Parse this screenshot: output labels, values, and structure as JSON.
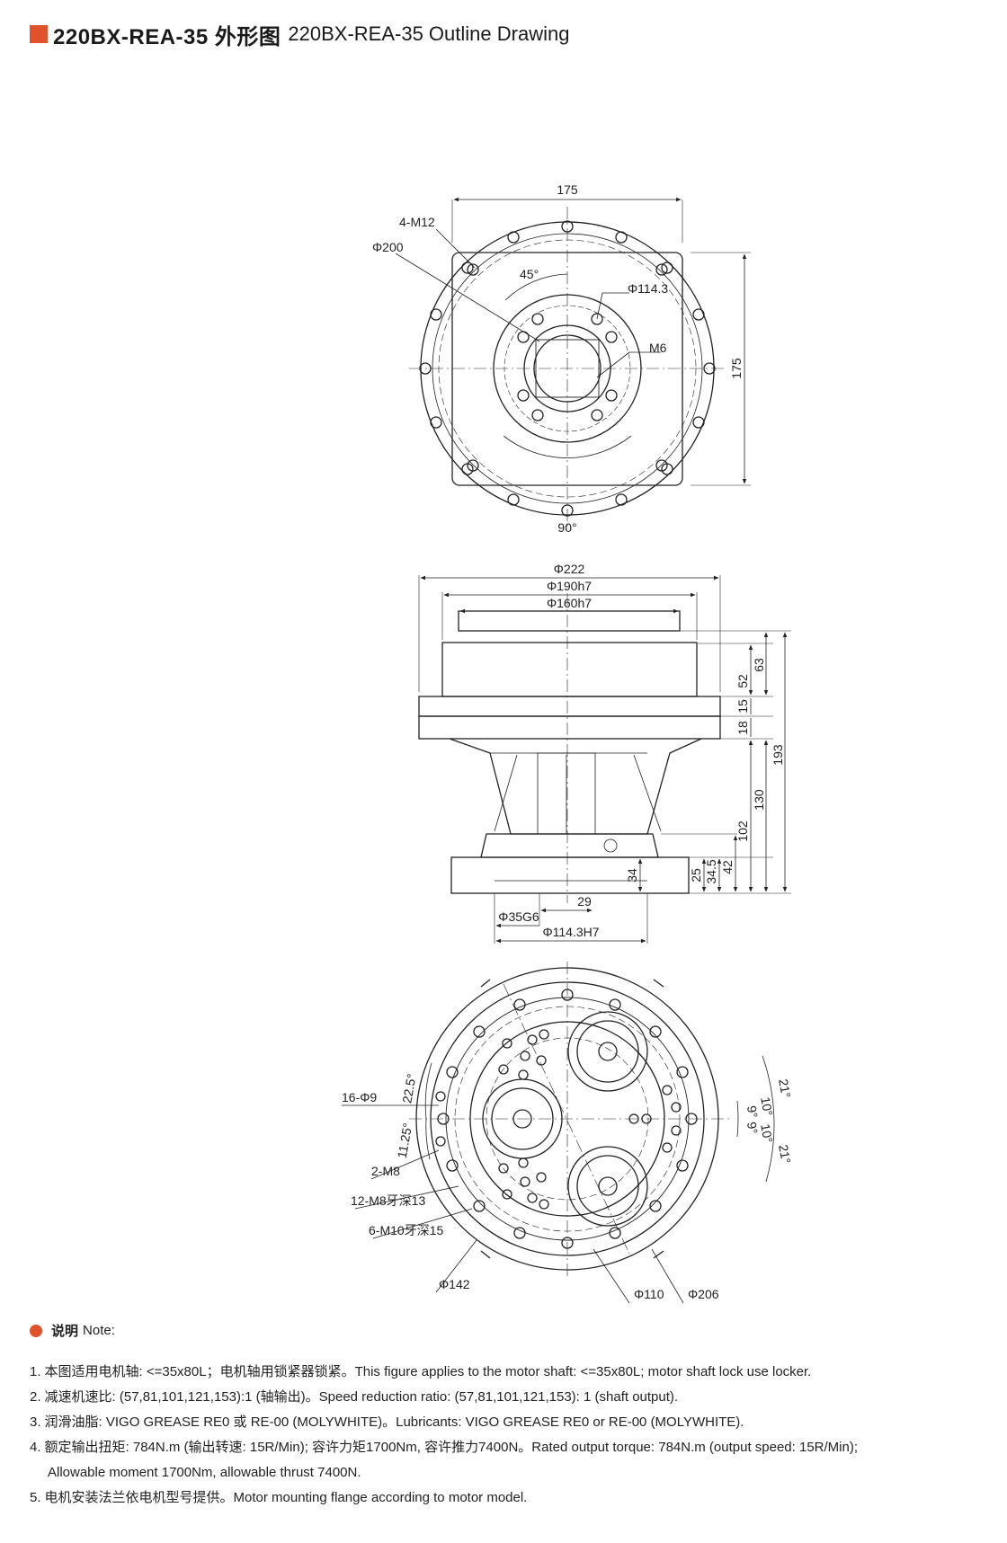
{
  "header": {
    "title_cn": "220BX-REA-35 外形图",
    "title_en": "220BX-REA-35 Outline Drawing"
  },
  "colors": {
    "accent": "#e0532a",
    "line": "#222222"
  },
  "drawing": {
    "top_view": {
      "width": "175",
      "height": "175",
      "holes": "4-M12",
      "outer_dia": "Φ200",
      "angle_45": "45°",
      "pcd": "Φ114.3",
      "thread": "M6",
      "angle_90": "90°"
    },
    "side_view": {
      "d222": "Φ222",
      "d190": "Φ190h7",
      "d160": "Φ160h7",
      "h63": "63",
      "h52": "52",
      "h15": "15",
      "h18": "18",
      "h193": "193",
      "h130": "130",
      "h102": "102",
      "h42": "42",
      "h34_5": "34.5",
      "h25": "25",
      "h34": "34",
      "w29": "29",
      "d35": "Φ35G6",
      "d114": "Φ114.3H7"
    },
    "bottom_view": {
      "holes16": "16-Φ9",
      "angle22": "22.5°",
      "angle11": "11.25°",
      "m8": "2-M8",
      "m8deep": "12-M8牙深13",
      "m10deep": "6-M10牙深15",
      "d142": "Φ142",
      "d110": "Φ110",
      "d206": "Φ206",
      "a21a": "21°",
      "a10a": "10°",
      "a9a": "9°",
      "a10b": "10°",
      "a9b": "9°",
      "a21b": "21°"
    }
  },
  "notes": {
    "title_cn": "说明",
    "title_en": "Note:",
    "items": [
      {
        "num": "1.",
        "text": "本图适用电机轴: <=35x80L；电机轴用锁紧器锁紧。This figure applies to the motor shaft: <=35x80L; motor shaft lock use locker."
      },
      {
        "num": "2.",
        "text": "减速机速比: (57,81,101,121,153):1 (轴输出)。Speed reduction ratio: (57,81,101,121,153): 1 (shaft output)."
      },
      {
        "num": "3.",
        "text": "润滑油脂: VIGO GREASE RE0 或 RE-00 (MOLYWHITE)。Lubricants: VIGO GREASE RE0 or RE-00 (MOLYWHITE)."
      },
      {
        "num": "4.",
        "text": "额定输出扭矩: 784N.m (输出转速: 15R/Min); 容许力矩1700Nm, 容许推力7400N。Rated output torque: 784N.m (output speed: 15R/Min);",
        "cont": "Allowable moment 1700Nm, allowable thrust 7400N."
      },
      {
        "num": "5.",
        "text": "电机安装法兰依电机型号提供。Motor mounting flange according to motor model."
      }
    ]
  }
}
